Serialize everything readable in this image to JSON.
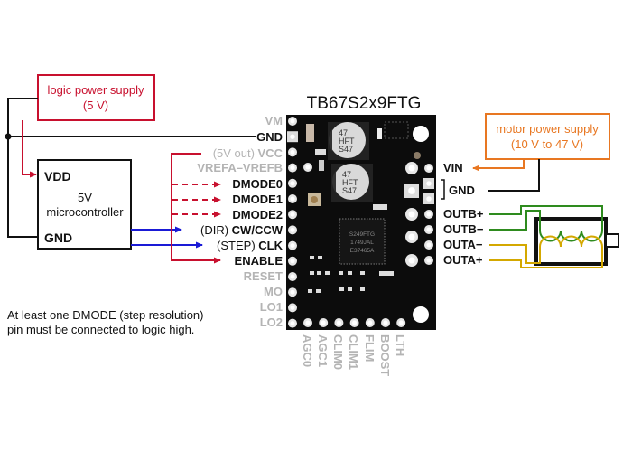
{
  "title": "TB67S2x9FTG",
  "colors": {
    "logic": "#c8102e",
    "motor_supply": "#e87722",
    "signal": "#1a1ad6",
    "ground": "#111111",
    "coil_b": "#2e8b1e",
    "coil_a": "#d4a800",
    "unused_pin_label": "#b4b4b4",
    "board": "#0c0c0c"
  },
  "logic_supply": {
    "line1": "logic power supply",
    "line2": "(5 V)"
  },
  "motor_supply": {
    "line1": "motor power supply",
    "line2": "(10 V to 47 V)"
  },
  "microcontroller": {
    "vdd": "VDD",
    "gnd": "GND",
    "line1": "5V",
    "line2": "microcontroller"
  },
  "left_pins": [
    {
      "label": "VM",
      "prefix": "",
      "state": "unused"
    },
    {
      "label": "GND",
      "prefix": "",
      "state": "connected"
    },
    {
      "label": "VCC",
      "prefix": "(5V out) ",
      "state": "unused"
    },
    {
      "label": "VREFA–VREFB",
      "prefix": "",
      "state": "unused"
    },
    {
      "label": "DMODE0",
      "prefix": "",
      "state": "connected"
    },
    {
      "label": "DMODE1",
      "prefix": "",
      "state": "connected"
    },
    {
      "label": "DMODE2",
      "prefix": "",
      "state": "connected"
    },
    {
      "label": "CW/CCW",
      "prefix": "(DIR) ",
      "state": "connected"
    },
    {
      "label": "CLK",
      "prefix": "(STEP) ",
      "state": "connected"
    },
    {
      "label": "ENABLE",
      "prefix": "",
      "state": "connected"
    },
    {
      "label": "RESET",
      "prefix": "",
      "state": "unused"
    },
    {
      "label": "MO",
      "prefix": "",
      "state": "unused"
    },
    {
      "label": "LO1",
      "prefix": "",
      "state": "unused"
    },
    {
      "label": "LO2",
      "prefix": "",
      "state": "unused"
    }
  ],
  "bottom_pins": [
    "AGC0",
    "AGC1",
    "CLIM0",
    "CLIM1",
    "FLIM",
    "BOOST",
    "LTH"
  ],
  "right_pins": [
    "VIN",
    "GND",
    "OUTB+",
    "OUTB−",
    "OUTA−",
    "OUTA+"
  ],
  "chip": {
    "cap_marking": [
      "47",
      "HFT",
      "S47"
    ],
    "ic_marking": [
      "S249FTG",
      "1749JAL",
      "E37465A"
    ]
  },
  "note": {
    "line1": "At least one DMODE (step resolution)",
    "line2": "pin must be connected to logic high."
  }
}
